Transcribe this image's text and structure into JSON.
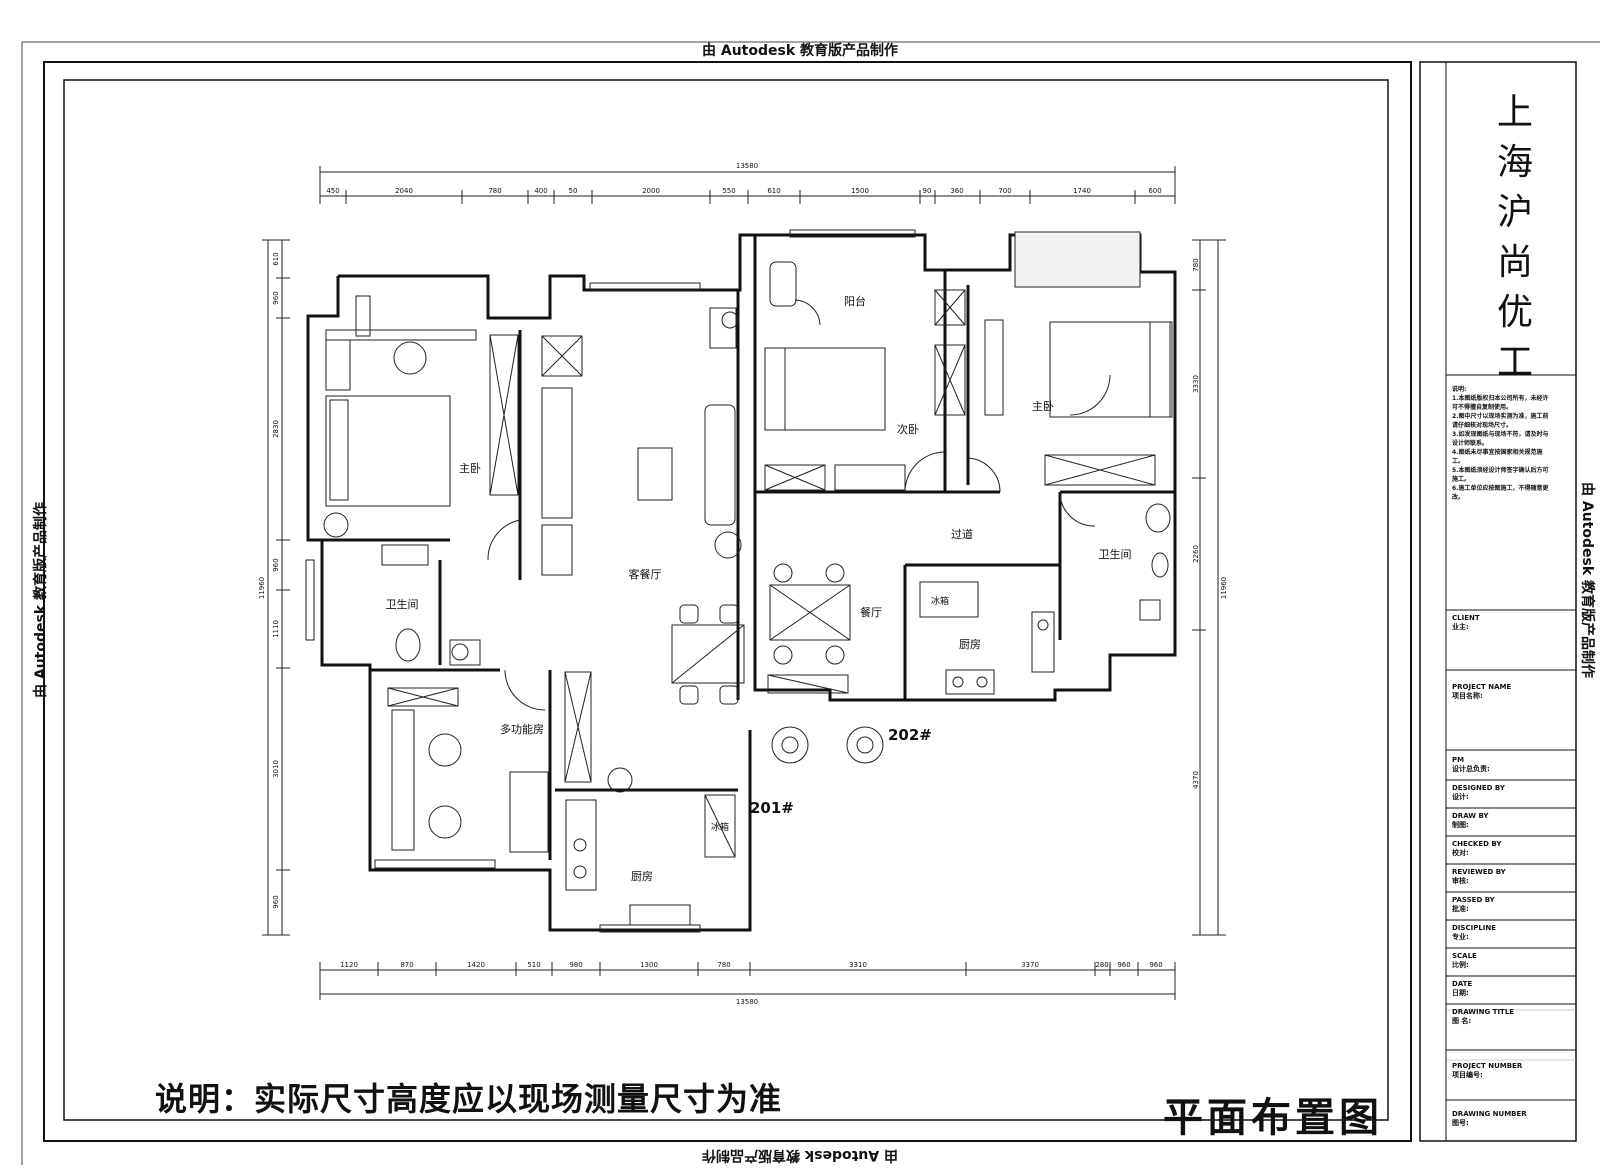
{
  "watermark": "由 Autodesk 教育版产品制作",
  "company": [
    "上",
    "海",
    "沪",
    "尚",
    "优",
    "工"
  ],
  "notes": {
    "heading": "说明:",
    "items": [
      "1.本图纸版权归本公司所有，未经许可不得擅自复制使用。",
      "2.图中尺寸以现场实测为准，施工前请仔细核对现场尺寸。",
      "3.如发现图纸与现场不符，请及时与设计师联系。",
      "4.图纸未尽事宜按国家相关规范施工。",
      "5.本图纸须经设计师签字确认后方可施工。",
      "6.施工单位应按图施工，不得随意更改。"
    ]
  },
  "titleblock": [
    {
      "en": "CLIENT",
      "cn": "业主:"
    },
    {
      "en": "PROJECT NAME",
      "cn": "项目名称:"
    },
    {
      "en": "PM",
      "cn": "设计总负责:"
    },
    {
      "en": "DESIGNED BY",
      "cn": "设计:"
    },
    {
      "en": "DRAW BY",
      "cn": "制图:"
    },
    {
      "en": "CHECKED BY",
      "cn": "校对:"
    },
    {
      "en": "REVIEWED BY",
      "cn": "审核:"
    },
    {
      "en": "PASSED BY",
      "cn": "批准:"
    },
    {
      "en": "DISCIPLINE",
      "cn": "专业:"
    },
    {
      "en": "SCALE",
      "cn": "比例:"
    },
    {
      "en": "DATE",
      "cn": "日期:"
    },
    {
      "en": "DRAWING TITLE",
      "cn": "图 名:"
    },
    {
      "en": "PROJECT NUMBER",
      "cn": "项目编号:"
    },
    {
      "en": "DRAWING NUMBER",
      "cn": "图号:"
    }
  ],
  "dimensions": {
    "top_total": "13580",
    "top": [
      "450",
      "2040",
      "780",
      "400",
      "50",
      "2000",
      "550",
      "610",
      "1500",
      "90",
      "360",
      "700",
      "1740",
      "600"
    ],
    "bottom_total": "13580",
    "bottom": [
      "1120",
      "870",
      "1420",
      "510",
      "980",
      "1300",
      "780",
      "3310",
      "3370",
      "280",
      "960",
      "960"
    ],
    "left": [
      "610",
      "960",
      "2830",
      "960",
      "1110",
      "3010",
      "960"
    ],
    "left_total": "11960",
    "right_total": "11960",
    "right": [
      "780",
      "3330",
      "2260",
      "4370"
    ]
  },
  "rooms": {
    "master_left": "主卧",
    "living": "客餐厅",
    "balcony": "阳台",
    "second_bed": "次卧",
    "master_right": "主卧",
    "corridor": "过道",
    "bath_right": "卫生间",
    "bath_left": "卫生间",
    "dining": "餐厅",
    "fridge": "冰箱",
    "kitchen_right": "厨房",
    "multi": "多功能房",
    "kitchen_left": "厨房",
    "fridge_left": "冰箱"
  },
  "units": {
    "unit_201": "201#",
    "unit_202": "202#"
  },
  "footer_note": "说明：实际尺寸高度应以现场测量尺寸为准",
  "drawing_title": "平面布置图"
}
